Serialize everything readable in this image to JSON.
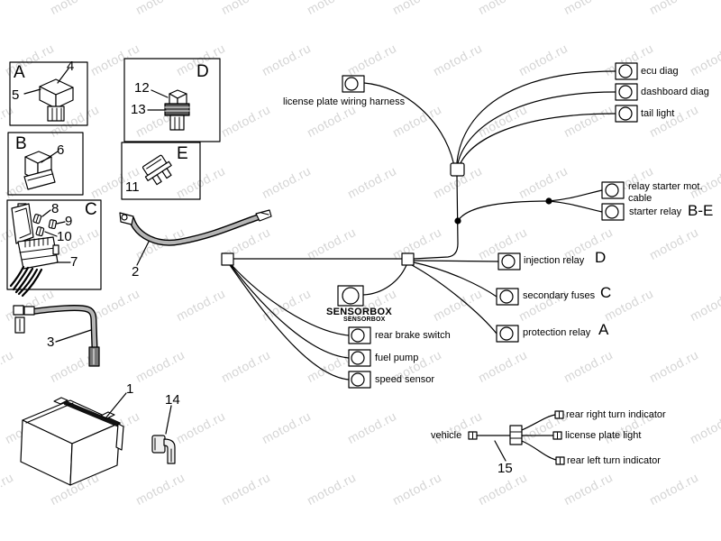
{
  "watermark": {
    "text": "motod.ru",
    "color": "#d5d5d5"
  },
  "insets": {
    "a": "A",
    "b": "B",
    "c": "C",
    "d": "D",
    "e": "E"
  },
  "part_numbers": {
    "n1": "1",
    "n2": "2",
    "n3": "3",
    "n4": "4",
    "n5": "5",
    "n6": "6",
    "n7": "7",
    "n8": "8",
    "n9": "9",
    "n10": "10",
    "n11": "11",
    "n12": "12",
    "n13": "13",
    "n14": "14",
    "n15": "15"
  },
  "labels": {
    "license_plate_harness": "license plate wiring harness",
    "ecu_diag": "ecu diag",
    "dashboard_diag": "dashboard diag",
    "tail_light": "tail light",
    "relay_starter_line1": "relay starter mot.",
    "relay_starter_line2": "cable",
    "starter_relay": "starter relay",
    "injection_relay": "injection relay",
    "secondary_fuses": "secondary fuses",
    "protection_relay": "protection relay",
    "sensorbox": "SENSORBOX",
    "sensorbox_sub": "SENSORBOX",
    "rear_brake_switch": "rear brake switch",
    "fuel_pump": "fuel pump",
    "speed_sensor": "speed sensor",
    "vehicle": "vehicle",
    "rear_right_turn": "rear right turn indicator",
    "license_plate_light": "license plate light",
    "rear_left_turn": "rear left turn indicator"
  },
  "refs": {
    "starter_relay": "B-E",
    "injection_relay": "D",
    "secondary_fuses": "C",
    "protection_relay": "A"
  },
  "colors": {
    "line": "#000000",
    "cable_core": "#b5b5b5",
    "end_cap": "#777777",
    "band_dark": "#555555"
  }
}
